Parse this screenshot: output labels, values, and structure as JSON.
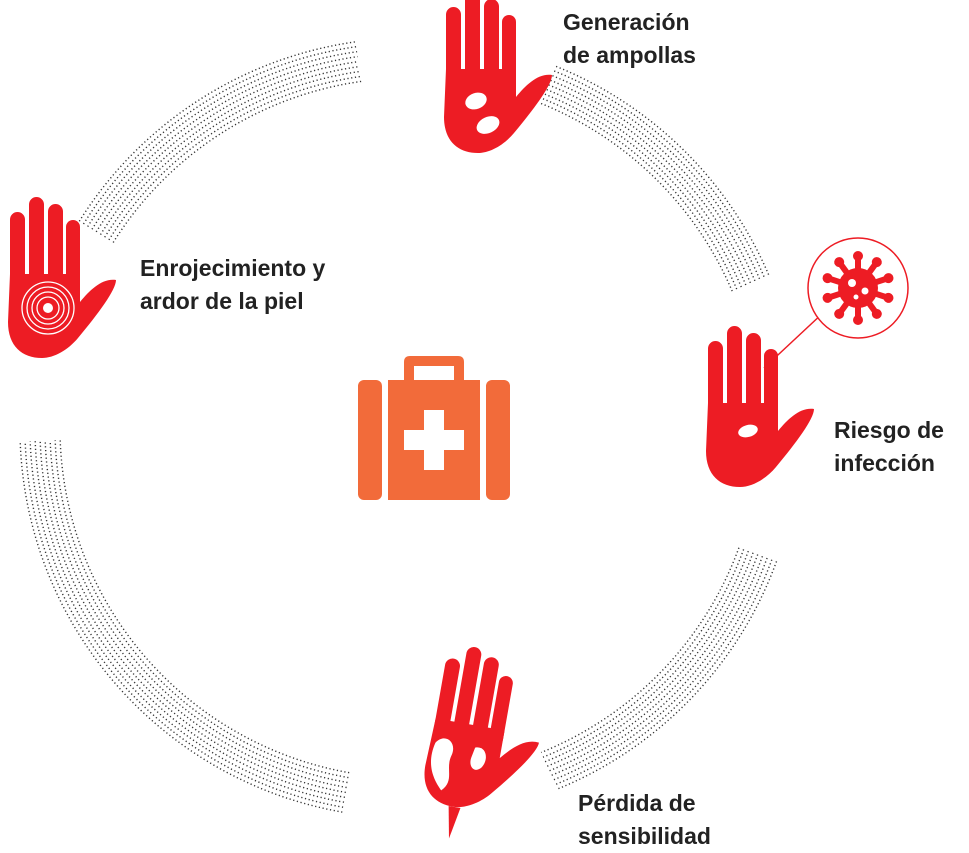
{
  "colors": {
    "hand_red": "#ED1C24",
    "kit_orange": "#F26B3A",
    "dots": "#333333",
    "label_text": "#222222",
    "background": "#ffffff"
  },
  "center": {
    "icon": "first-aid-kit-icon"
  },
  "stages": [
    {
      "id": "blisters",
      "icon": "hand-blisters-icon",
      "label_lines": [
        "Generación",
        "de ampollas"
      ]
    },
    {
      "id": "infection",
      "icon": "hand-infection-icon",
      "badge_icon": "virus-icon",
      "label_lines": [
        "Riesgo de",
        "infección"
      ]
    },
    {
      "id": "sensitivity",
      "icon": "hand-damaged-icon",
      "label_lines": [
        "Pérdida de",
        "sensibilidad"
      ]
    },
    {
      "id": "redness",
      "icon": "hand-burn-target-icon",
      "label_lines": [
        "Enrojecimiento y",
        "ardor de la piel"
      ]
    }
  ]
}
